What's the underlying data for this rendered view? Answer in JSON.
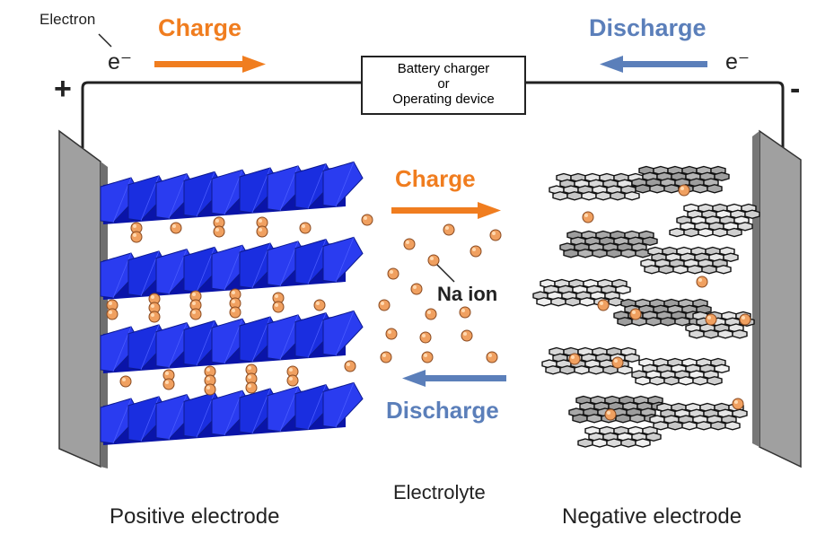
{
  "labels": {
    "electron": "Electron",
    "charge_top": "Charge",
    "discharge_top": "Discharge",
    "e_left": "e⁻",
    "e_right": "e⁻",
    "plus": "+",
    "minus": "-",
    "charger_line1": "Battery charger",
    "charger_line2": "or",
    "charger_line3": "Operating device",
    "charge_mid": "Charge",
    "discharge_mid": "Discharge",
    "na_ion": "Na ion",
    "electrolyte": "Electrolyte",
    "positive_electrode": "Positive electrode",
    "negative_electrode": "Negative electrode"
  },
  "colors": {
    "charge_arrow": "#f07d1f",
    "discharge_arrow": "#5b7fba",
    "cathode_blue": "#1a2ee0",
    "ion_orange": "#f0a060",
    "plate_gray": "#9a9a9a"
  },
  "icons": [
    "charge-arrow-icon",
    "discharge-arrow-icon",
    "na-ion-icon",
    "graphene-sheet-icon",
    "layered-oxide-icon"
  ]
}
